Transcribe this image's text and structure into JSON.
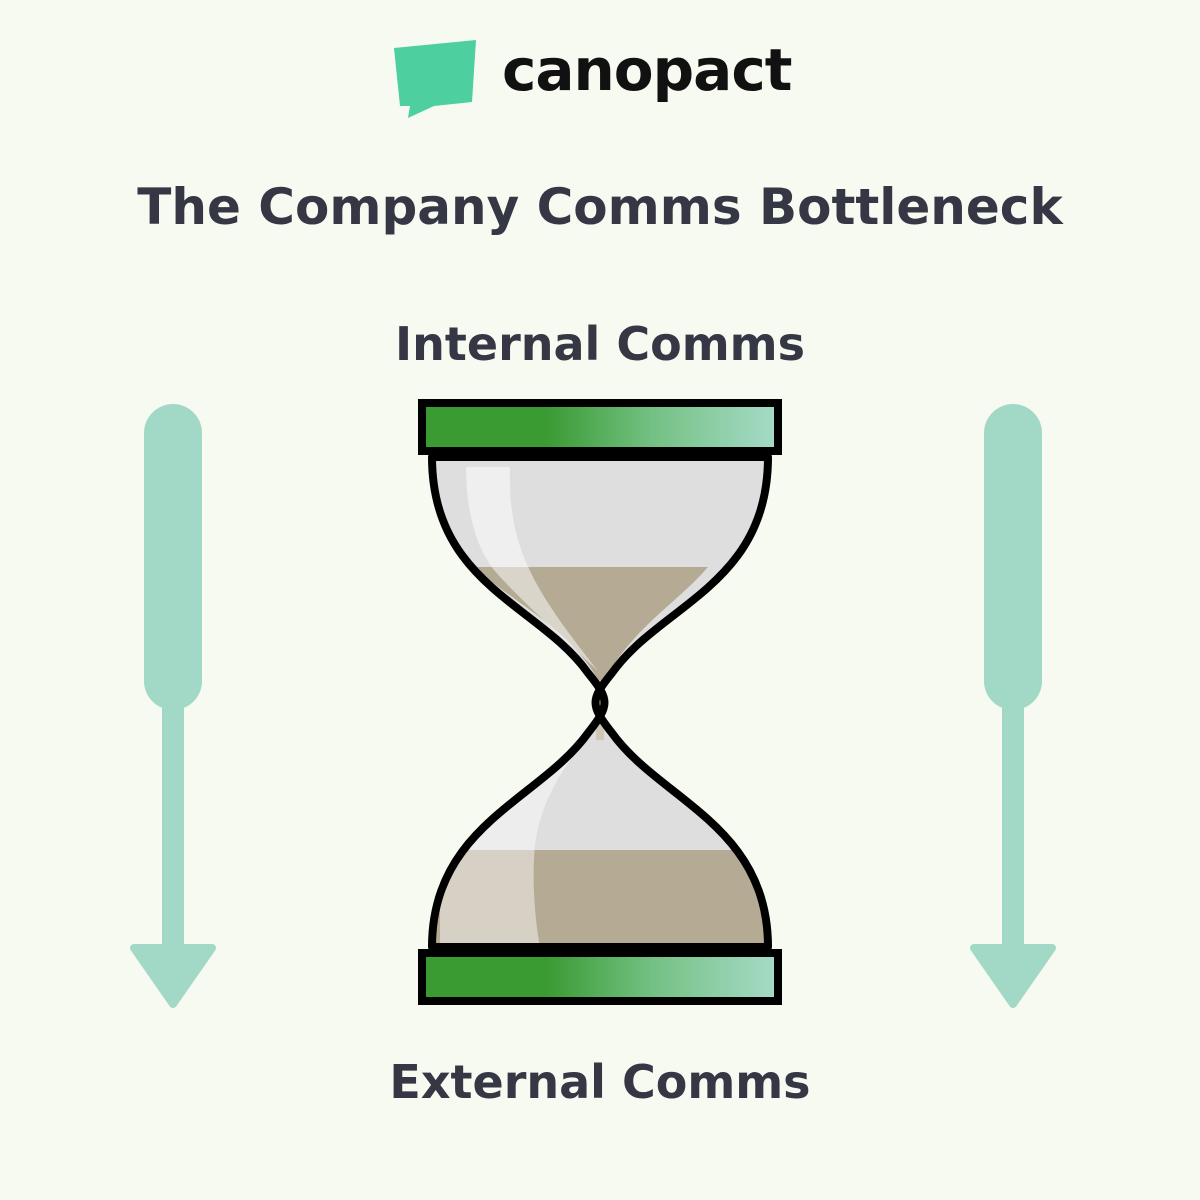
{
  "brand": {
    "name": "canopact",
    "accent": "#4ecf9f"
  },
  "title": "The Company Comms Bottleneck",
  "diagram": {
    "top_label": "Internal Comms",
    "bottom_label": "External Comms",
    "arrow_color": "#a2d8c6",
    "frame_green": "#3a9b33",
    "sand_color": "#b5ab94",
    "glass_color": "#dedede",
    "arrows": [
      {
        "direction": "down",
        "side": "left"
      },
      {
        "direction": "down",
        "side": "right"
      }
    ]
  }
}
